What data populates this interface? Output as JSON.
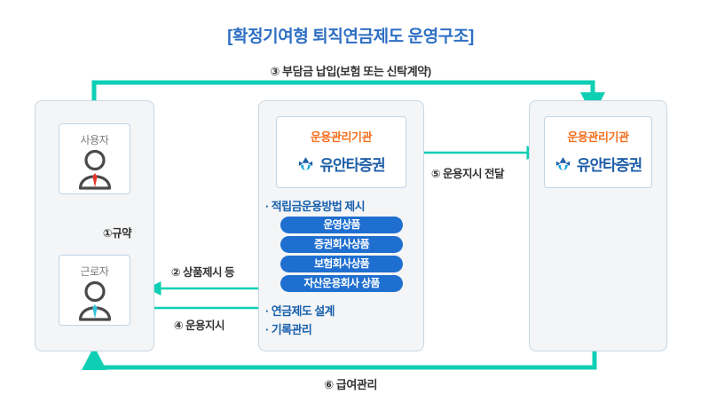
{
  "title": "[확정기여형 퇴직연금제도 운영구조]",
  "colors": {
    "title_blue": "#2f6fc4",
    "arrow_teal": "#0ecfb4",
    "pill_blue": "#1f6fd0",
    "inst_orange": "#f4701f",
    "brand_blue": "#1f5fa8",
    "panel_bg": "#f4f5f6",
    "panel_border": "#c9d8e4",
    "tie_red": "#e8342a",
    "tie_cyan": "#2fc4dd"
  },
  "left_panel": {
    "employer": {
      "caption": "사용자",
      "icon": "person-icon",
      "tie_color": "#e8342a"
    },
    "worker": {
      "caption": "근로자",
      "icon": "person-icon",
      "tie_color": "#2fc4dd"
    }
  },
  "center_panel": {
    "card": {
      "institution": "운용관리기관",
      "brand": "유안타증권",
      "logo": "yuanta-logo-icon"
    },
    "bullets": [
      "· 적립금운용방법 제시",
      "· 연금제도 설계",
      "· 기록관리"
    ],
    "products": [
      "운영상품",
      "증권회사상품",
      "보험회사상품",
      "자산운용회사 상품"
    ]
  },
  "right_panel": {
    "card": {
      "institution": "운용관리기관",
      "brand": "유안타증권",
      "logo": "yuanta-logo-icon"
    }
  },
  "connectors": {
    "step1": "①규약",
    "step2": "② 상품제시 등",
    "step3": "③ 부담금 납입(보험 또는 신탁계약)",
    "step4": "④ 운용지시",
    "step5": "⑤ 운용지시 전달",
    "step6": "⑥ 급여관리"
  }
}
